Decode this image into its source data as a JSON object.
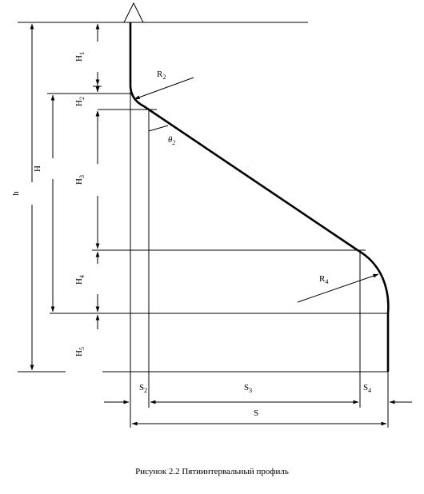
{
  "figure": {
    "labels": {
      "H1": {
        "main": "H",
        "sub": "1"
      },
      "H2": {
        "main": "H",
        "sub": "2"
      },
      "H3": {
        "main": "H",
        "sub": "3"
      },
      "H4": {
        "main": "H",
        "sub": "4"
      },
      "H5": {
        "main": "H",
        "sub": "5"
      },
      "H": {
        "main": "H",
        "sub": ""
      },
      "h": {
        "main": "h",
        "sub": ""
      },
      "R2": {
        "main": "R",
        "sub": "2"
      },
      "R4": {
        "main": "R",
        "sub": "4"
      },
      "theta2": {
        "main": "θ",
        "sub": "2"
      },
      "S2": {
        "main": "S",
        "sub": "2"
      },
      "S3": {
        "main": "S",
        "sub": "3"
      },
      "S4": {
        "main": "S",
        "sub": "4"
      },
      "S": {
        "main": "S",
        "sub": ""
      }
    },
    "caption": "Рисунок 2.2 Пятиинтервальный  профиль"
  }
}
